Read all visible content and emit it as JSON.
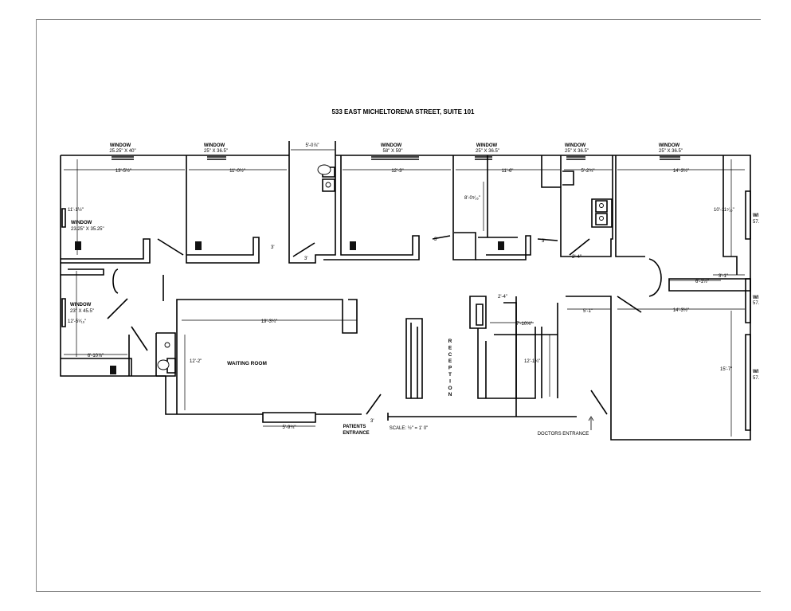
{
  "title": "533 EAST MICHELTORENA STREET, SUITE 101",
  "scale": "SCALE: ½\" = 1' 0\"",
  "windows": [
    {
      "label": "WINDOW",
      "size": "25.25\" X 40\""
    },
    {
      "label": "WINDOW",
      "size": "25\" X 36.5\""
    },
    {
      "label": "WINDOW",
      "size": "58\" X 59\""
    },
    {
      "label": "WINDOW",
      "size": "25\" X 36.5\""
    },
    {
      "label": "WINDOW",
      "size": "25\" X 36.5\""
    },
    {
      "label": "WINDOW",
      "size": "25\" X 36.5\""
    },
    {
      "label": "WINDOW",
      "size": "23.25\" X 35.25\""
    },
    {
      "label": "WINDOW",
      "size": "23\" X 45.5\""
    }
  ],
  "side_windows": [
    "WI",
    "57.",
    "WI",
    "57.",
    "WI",
    "57."
  ],
  "dimensions": [
    "13'-5½\"",
    "11'-0½\"",
    "5'-0⅞\"",
    "12'-3\"",
    "11'-6\"",
    "5'-2¾\"",
    "14'-3½\"",
    "11'-1½\"",
    "8'-0⁵⁄₁₆\"",
    "10'-11⁷⁄₁₆\"",
    "12'-5⁹⁄₁₆\"",
    "6'-10⅞\"",
    "19'-3¼\"",
    "12'-2\"",
    "7'-10⅝\"",
    "12'-1¾\"",
    "5'-1\"",
    "14'-3½\"",
    "15'-7\"",
    "6'-1½\"",
    "3'-1\"",
    "5'-9¾\"",
    "2'-4\"",
    "2'-4\"",
    "3'",
    "3'",
    "3'",
    "3'",
    "3'"
  ],
  "rooms": {
    "waiting": "WAITING ROOM",
    "reception": "RECEPTION"
  },
  "entrances": {
    "patients_1": "PATIENTS",
    "patients_2": "ENTRANCE",
    "doctors": "DOCTORS ENTRANCE"
  }
}
